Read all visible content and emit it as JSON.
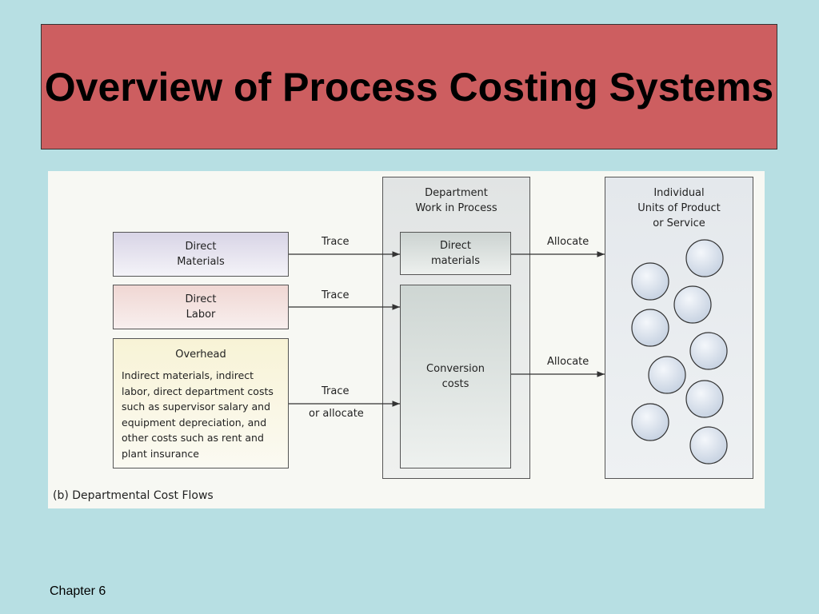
{
  "slide": {
    "title": "Overview of Process Costing Systems",
    "footer": "Chapter 6"
  },
  "diagram": {
    "caption": "(b) Departmental Cost Flows",
    "inputs": {
      "direct_materials": "Direct\nMaterials",
      "direct_labor": "Direct\nLabor",
      "overhead_title": "Overhead",
      "overhead_body": "Indirect materials, indirect\nlabor, direct department costs\nsuch as supervisor salary and\nequipment depreciation, and\nother costs such as rent and\nplant insurance"
    },
    "department": {
      "title": "Department\nWork in Process",
      "direct_materials": "Direct\nmaterials",
      "conversion_costs": "Conversion\ncosts"
    },
    "output": {
      "title": "Individual\nUnits of Product\nor Service"
    },
    "edges": {
      "trace_materials": "Trace",
      "trace_labor": "Trace",
      "trace_overhead": "Trace",
      "or_allocate": "or allocate",
      "allocate_materials": "Allocate",
      "allocate_conversion": "Allocate"
    },
    "colors": {
      "materials_fill_top": "#d8d4e6",
      "labor_fill_top": "#f0d7d3",
      "overhead_fill_top": "#f8f3d6",
      "unit_circle_fill": "#dde6f2"
    }
  }
}
